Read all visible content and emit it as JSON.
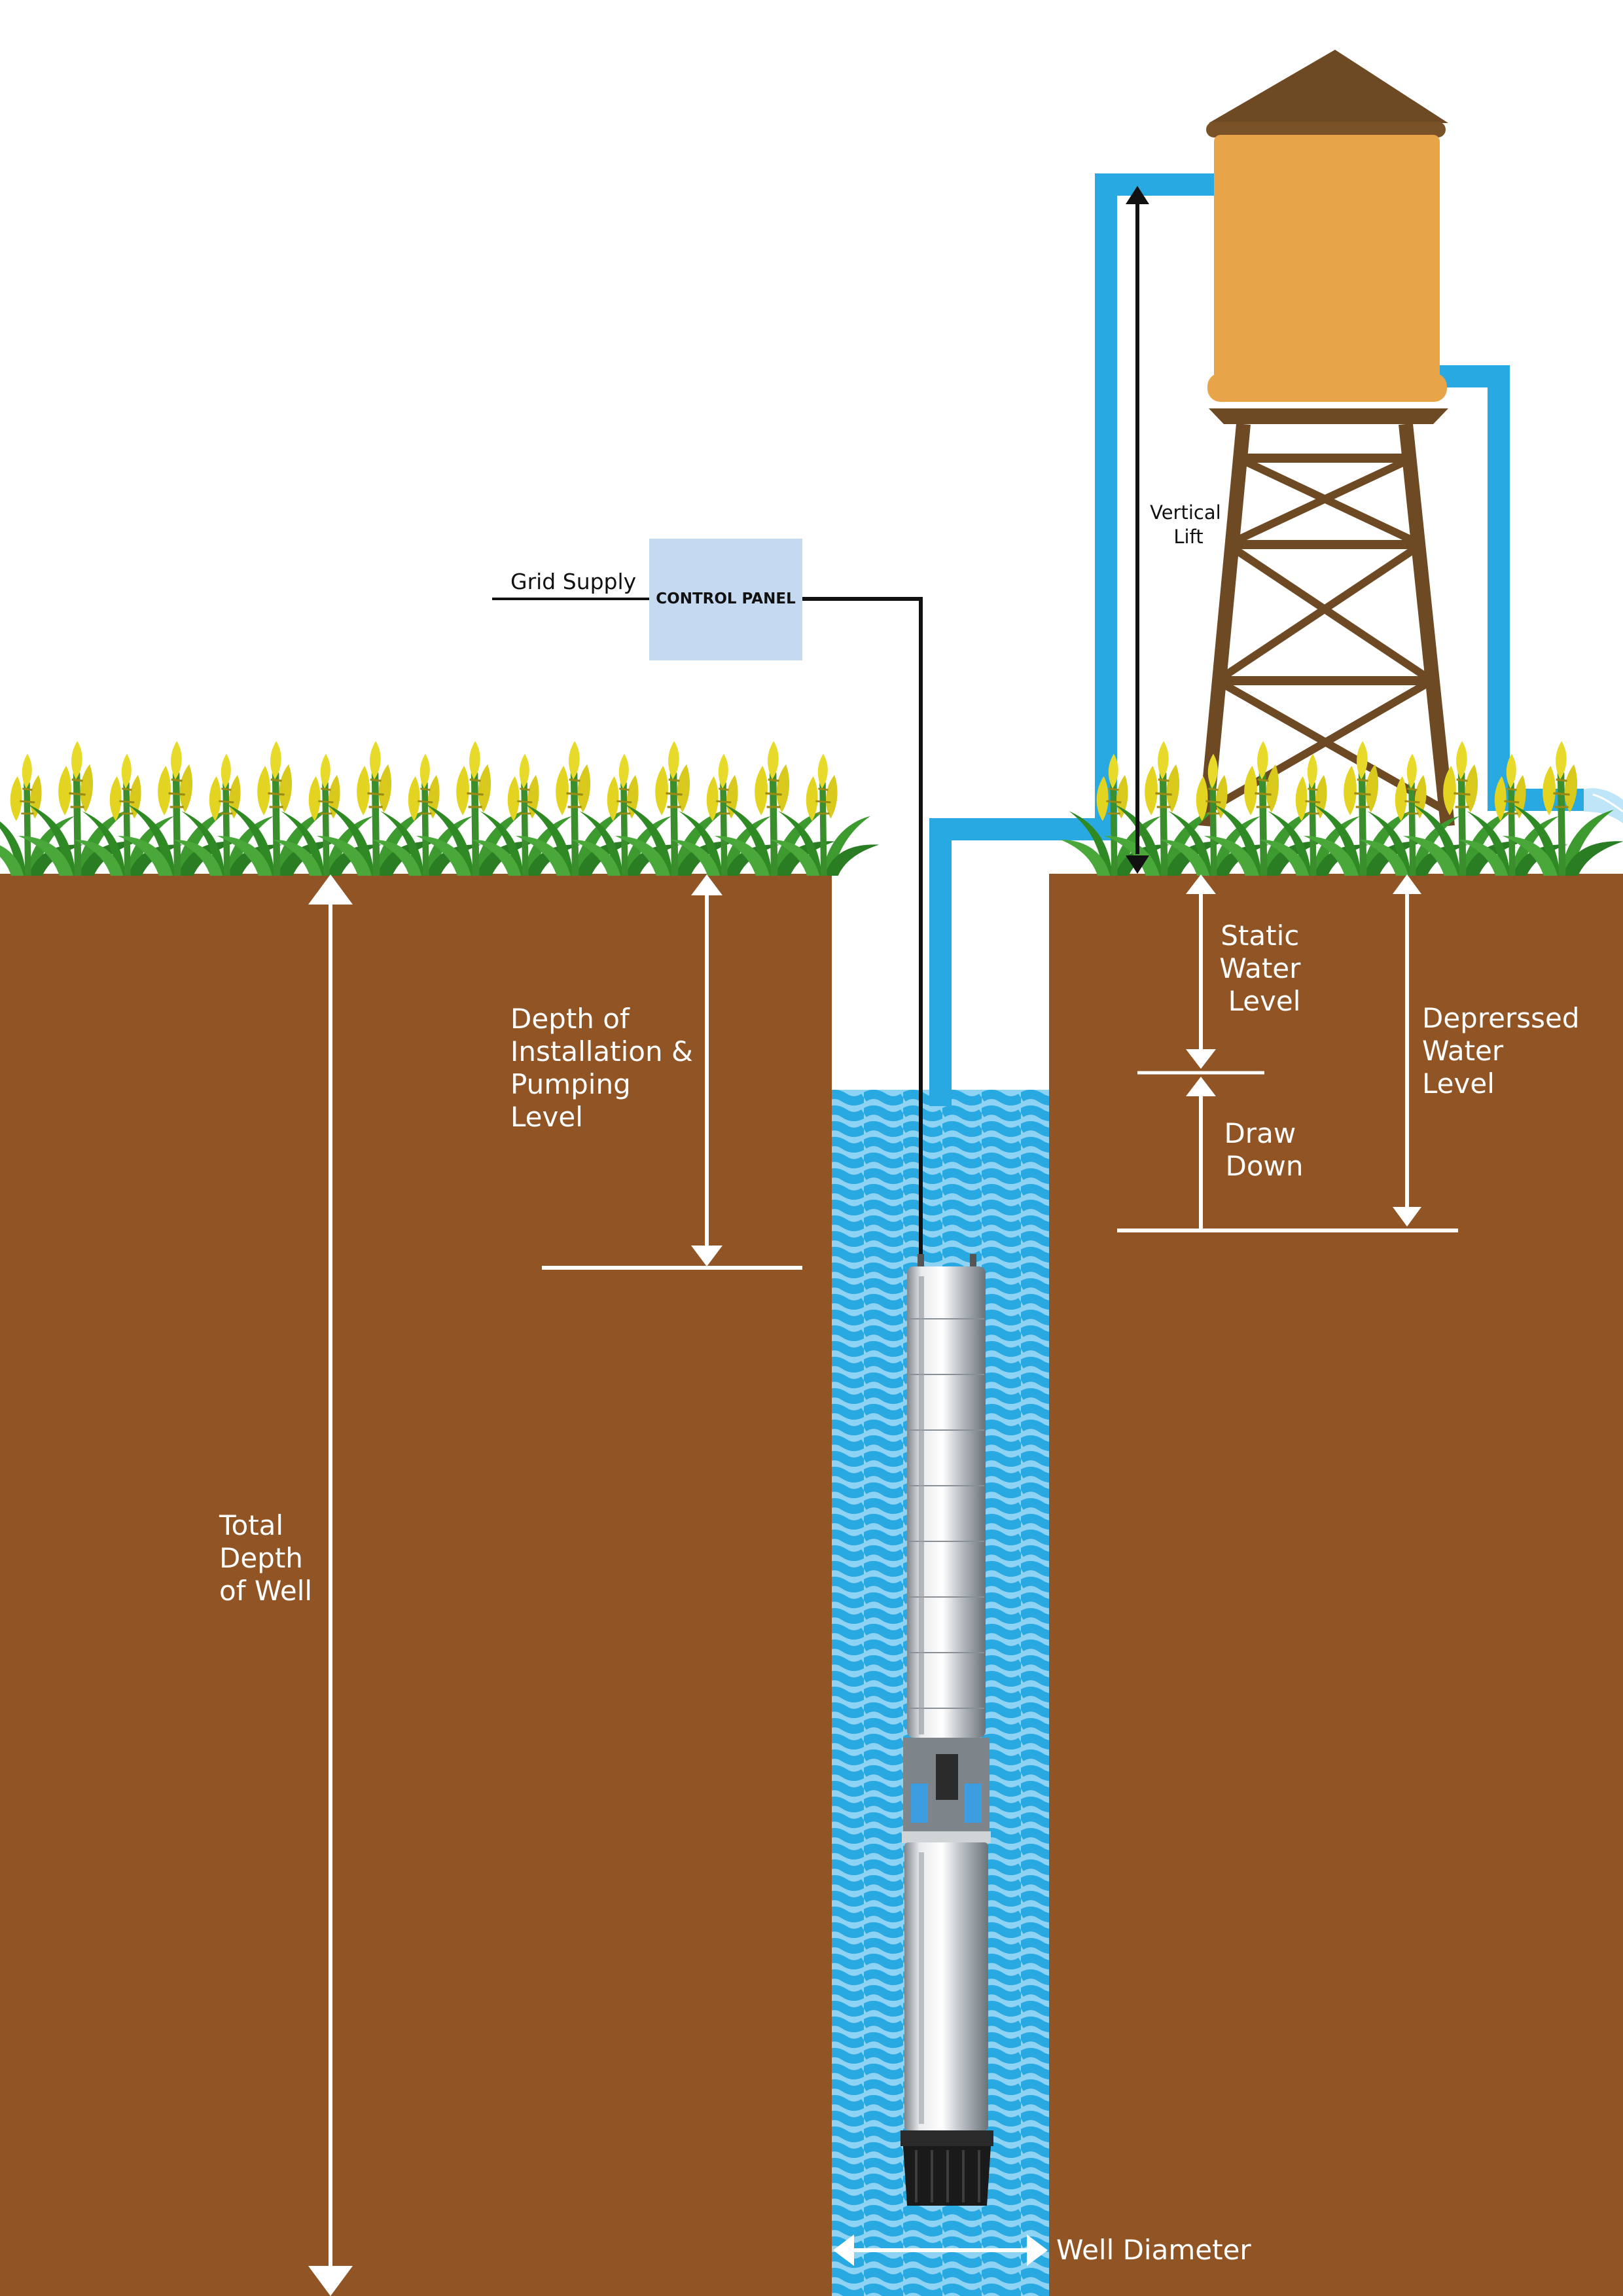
{
  "labels": {
    "grid_supply": "Grid Supply",
    "control_panel": "CONTROL PANEL",
    "vertical_lift": [
      "Vertical",
      "Lift"
    ],
    "depth_installation": [
      "Depth of",
      "Installation &",
      "Pumping",
      "Level"
    ],
    "total_depth": [
      "Total",
      "Depth",
      "of Well"
    ],
    "static_water_level": [
      "Static",
      "Water",
      "Level"
    ],
    "draw_down": [
      "Draw",
      "Down"
    ],
    "depressed_water_level": [
      "Deprerssed",
      "Water",
      "Level"
    ],
    "well_diameter": "Well Diameter"
  },
  "colors": {
    "soil": "#915424",
    "pipe": "#29a9e1",
    "water_dark": "#29a9e1",
    "water_light": "#8fd3f4",
    "tank": "#e8a449",
    "tower": "#6e4a24",
    "control_panel": "#c5d9f1",
    "grass": "#3a8f2b",
    "crop": "#e4d422"
  },
  "icons": [
    "submersible-pump-icon",
    "water-tower-icon",
    "crop-plant-icon"
  ]
}
